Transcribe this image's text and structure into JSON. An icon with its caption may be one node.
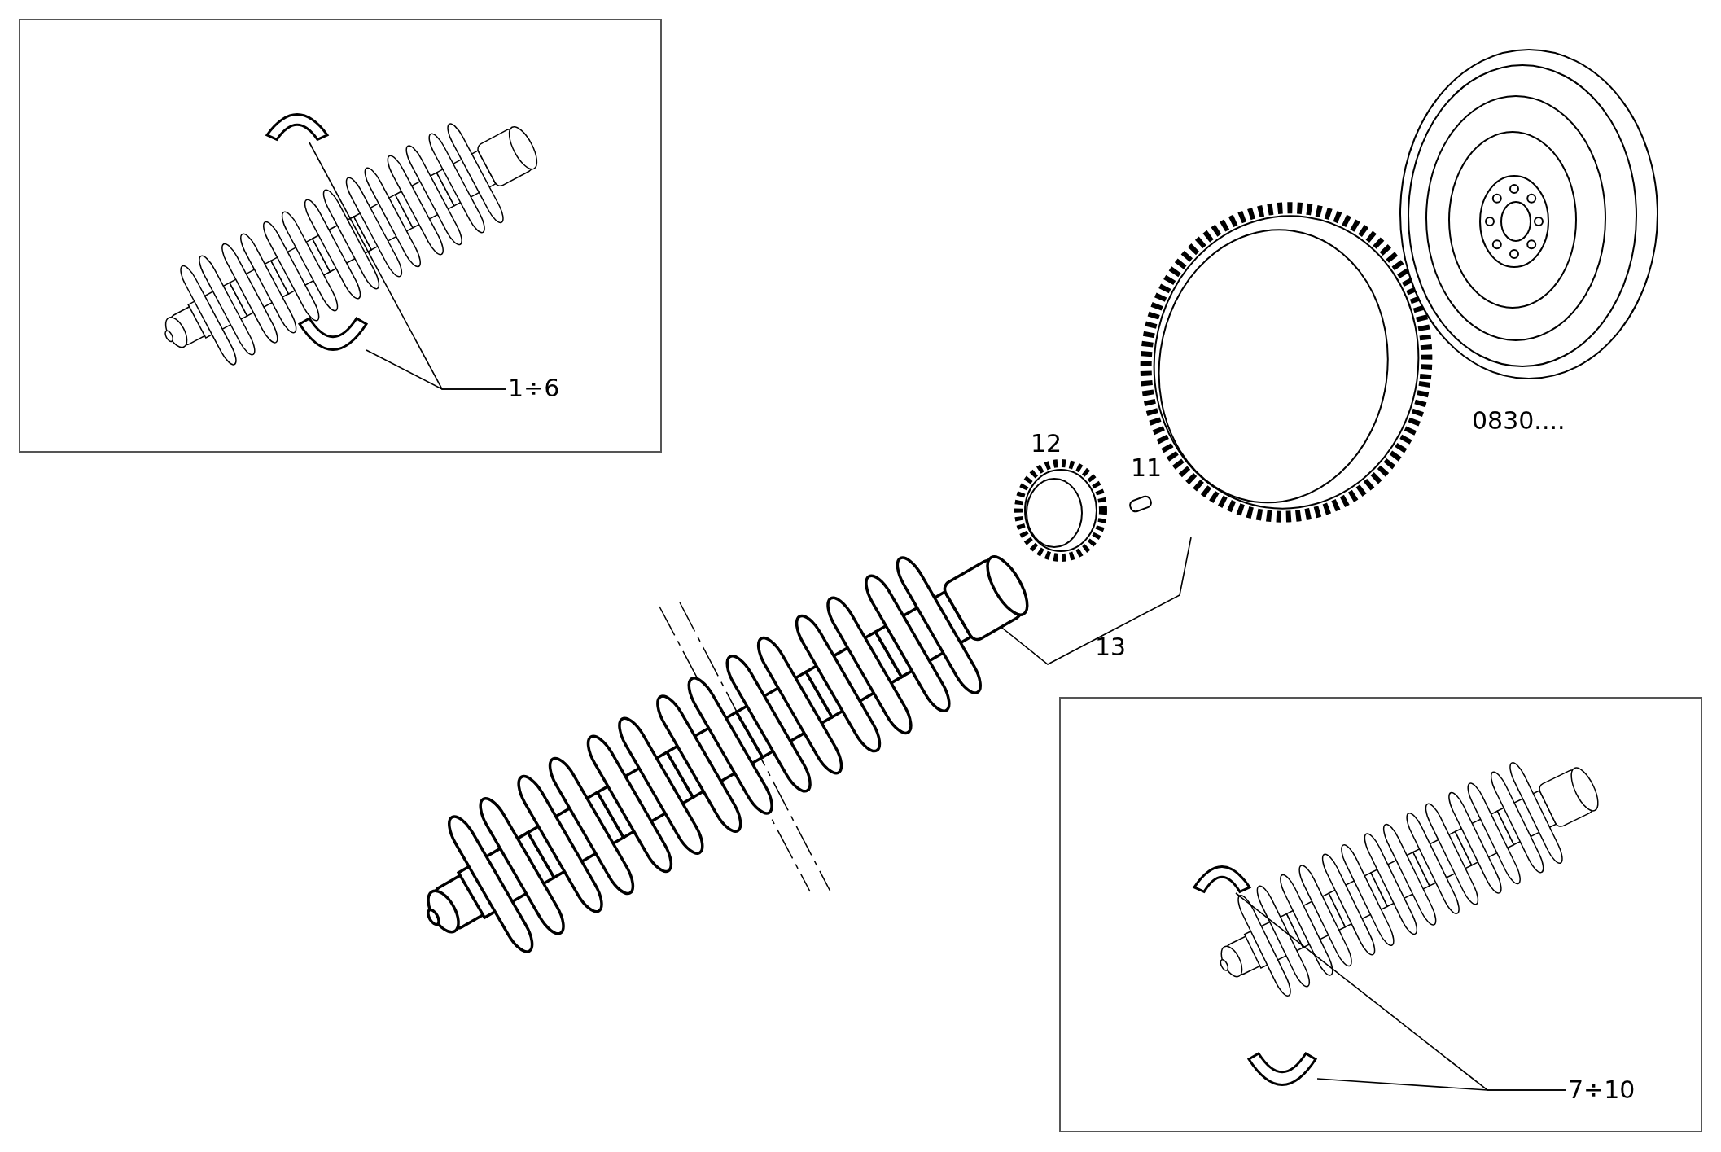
{
  "diagram": {
    "nodes": [
      {
        "text": [
          "1÷6"
        ]
      },
      {
        "text": [],
        "shape": "picture"
      },
      {
        "text": [],
        "shape": "picture"
      },
      {
        "text": [
          "13"
        ]
      },
      {
        "text": [],
        "shape": "picture"
      },
      {
        "text": [
          "7÷10"
        ]
      },
      {
        "text": [],
        "shape": "picture"
      },
      {
        "text": [],
        "shape": "picture"
      }
    ],
    "edges": [
      {
        "from": 0,
        "to": 1,
        "arrow": "none"
      },
      {
        "from": 0,
        "to": 2,
        "arrow": "none"
      },
      {
        "from": 3,
        "to": 4,
        "arrow": "none"
      },
      {
        "from": 5,
        "to": 6,
        "arrow": "none"
      },
      {
        "from": 5,
        "to": 7,
        "arrow": "none"
      }
    ],
    "labels": [
      "12",
      "11",
      "0830...."
    ]
  }
}
